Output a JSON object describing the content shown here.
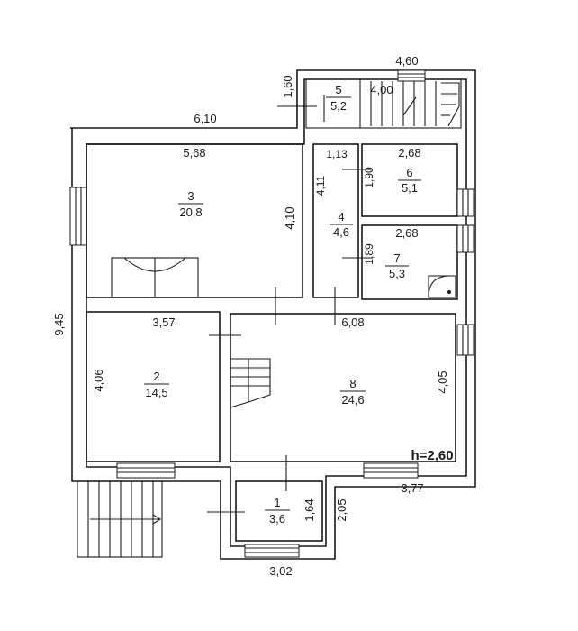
{
  "plan": {
    "rooms": [
      {
        "id": "room-3",
        "number": "3",
        "area": "20,8"
      },
      {
        "id": "room-2",
        "number": "2",
        "area": "14,5"
      },
      {
        "id": "room-8",
        "number": "8",
        "area": "24,6"
      },
      {
        "id": "room-4",
        "number": "4",
        "area": "4,6"
      },
      {
        "id": "room-6",
        "number": "6",
        "area": "5,1"
      },
      {
        "id": "room-7",
        "number": "7",
        "area": "5,3"
      },
      {
        "id": "room-5",
        "number": "5",
        "area": "5,2"
      },
      {
        "id": "room-1",
        "number": "1",
        "area": "3,6"
      }
    ],
    "dimensions": {
      "overall_width": "6,10",
      "overall_height": "9,45",
      "room3_width": "5,68",
      "room3_height": "4,10",
      "room2_width": "3,57",
      "room2_height": "4,06",
      "room8_width": "6,08",
      "room8_height": "4,05",
      "room4_width": "1,13",
      "room4_height": "4,11",
      "room6_width": "2,68",
      "room6_height": "1,90",
      "room7_width": "2,68",
      "room7_height": "1,89",
      "room5_width": "4,60",
      "room5_height": "1,60",
      "room5_inner": "4,00",
      "room1_height": "1,64",
      "porch_height": "2,05",
      "porch_width": "3,02",
      "bottom_width": "3,77"
    },
    "ceiling_height": "h=2,60"
  }
}
